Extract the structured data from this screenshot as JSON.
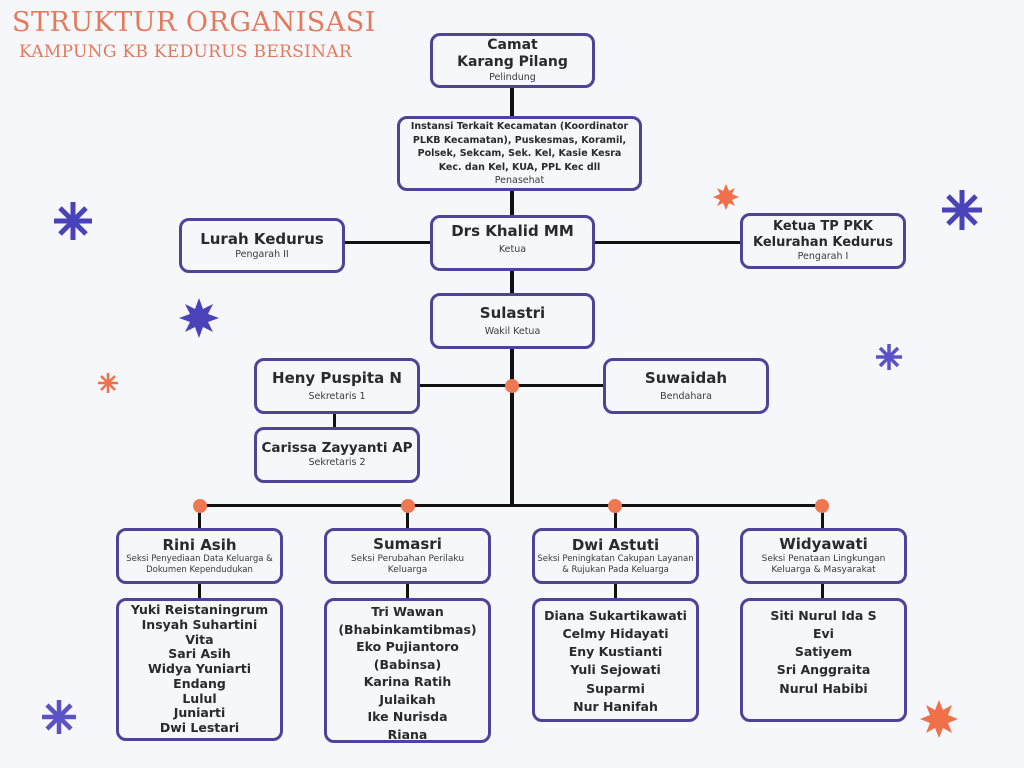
{
  "header": {
    "title": "STRUKTUR ORGANISASI",
    "subtitle": "KAMPUNG KB KEDURUS BERSINAR"
  },
  "colors": {
    "accent": "#e37a5c",
    "box_border": "#4f4397",
    "connector_dot": "#ee7852",
    "deco_blue": "#4a42b8",
    "deco_orange": "#f0704a",
    "background": "#f5f7fb"
  },
  "nodes": {
    "pelindung": {
      "name_line1": "Camat",
      "name_line2": "Karang Pilang",
      "role": "Pelindung"
    },
    "penasehat": {
      "name": "Instansi Terkait Kecamatan (Koordinator PLKB Kecamatan), Puskesmas, Koramil, Polsek, Sekcam, Sek. Kel, Kasie Kesra Kec. dan Kel, KUA, PPL Kec dll",
      "role": "Penasehat"
    },
    "ketua": {
      "name": "Drs Khalid MM",
      "role": "Ketua"
    },
    "pengarah2": {
      "name": "Lurah Kedurus",
      "role": "Pengarah II"
    },
    "pengarah1": {
      "name_line1": "Ketua TP PKK",
      "name_line2": "Kelurahan Kedurus",
      "role": "Pengarah I"
    },
    "wakil": {
      "name": "Sulastri",
      "role": "Wakil Ketua"
    },
    "sekretaris1": {
      "name": "Heny Puspita N",
      "role": "Sekretaris 1"
    },
    "sekretaris2": {
      "name": "Carissa Zayyanti AP",
      "role": "Sekretaris 2"
    },
    "bendahara": {
      "name": "Suwaidah",
      "role": "Bendahara"
    }
  },
  "sections": [
    {
      "head": "Rini Asih",
      "role": "Seksi Penyediaan Data Keluarga & Dokumen Kependudukan",
      "members": [
        "Yuki Reistaningrum",
        "Insyah Suhartini",
        "Vita",
        "Sari Asih",
        "Widya Yuniarti",
        "Endang",
        "Lulul",
        "Juniarti",
        "Dwi Lestari"
      ]
    },
    {
      "head": "Sumasri",
      "role": "Seksi Perubahan Perilaku Keluarga",
      "members": [
        "Tri Wawan",
        "(Bhabinkamtibmas)",
        "Eko Pujiantoro",
        "(Babinsa)",
        "Karina Ratih",
        "Julaikah",
        "Ike Nurisda",
        "Riana"
      ]
    },
    {
      "head": "Dwi Astuti",
      "role": "Seksi Peningkatan Cakupan Layanan & Rujukan Pada Keluarga",
      "members": [
        "Diana Sukartikawati",
        "Celmy Hidayati",
        "Eny Kustianti",
        "Yuli Sejowati",
        "Suparmi",
        "Nur Hanifah"
      ]
    },
    {
      "head": "Widyawati",
      "role": "Seksi Penataan Lingkungan Keluarga & Masyarakat",
      "members": [
        "Siti Nurul Ida S",
        "Evi",
        "Satiyem",
        "Sri Anggraita",
        "Nurul Habibi"
      ]
    }
  ]
}
